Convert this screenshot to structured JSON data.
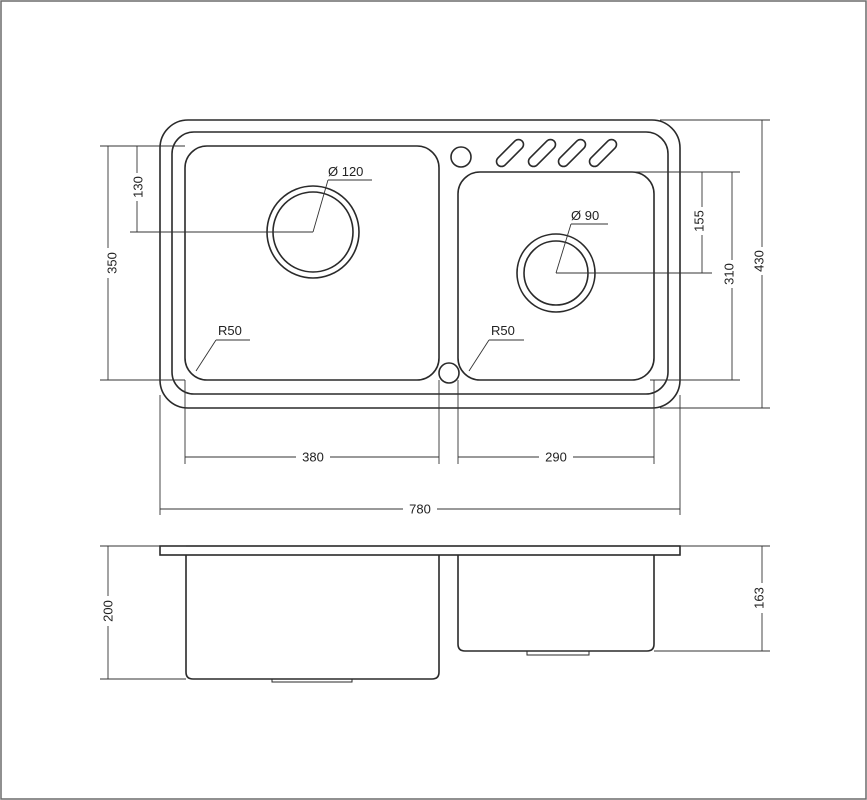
{
  "dimensions": {
    "overall_width": "780",
    "overall_depth": "430",
    "left_bowl_width": "380",
    "left_bowl_depth": "350",
    "right_bowl_width": "290",
    "right_bowl_depth": "310",
    "left_drain_offset": "130",
    "right_drain_offset": "155",
    "left_drain_diameter": "Ø 120",
    "right_drain_diameter": "Ø 90",
    "left_corner_radius": "R50",
    "right_corner_radius": "R50",
    "left_bowl_height": "200",
    "right_bowl_height": "163"
  }
}
